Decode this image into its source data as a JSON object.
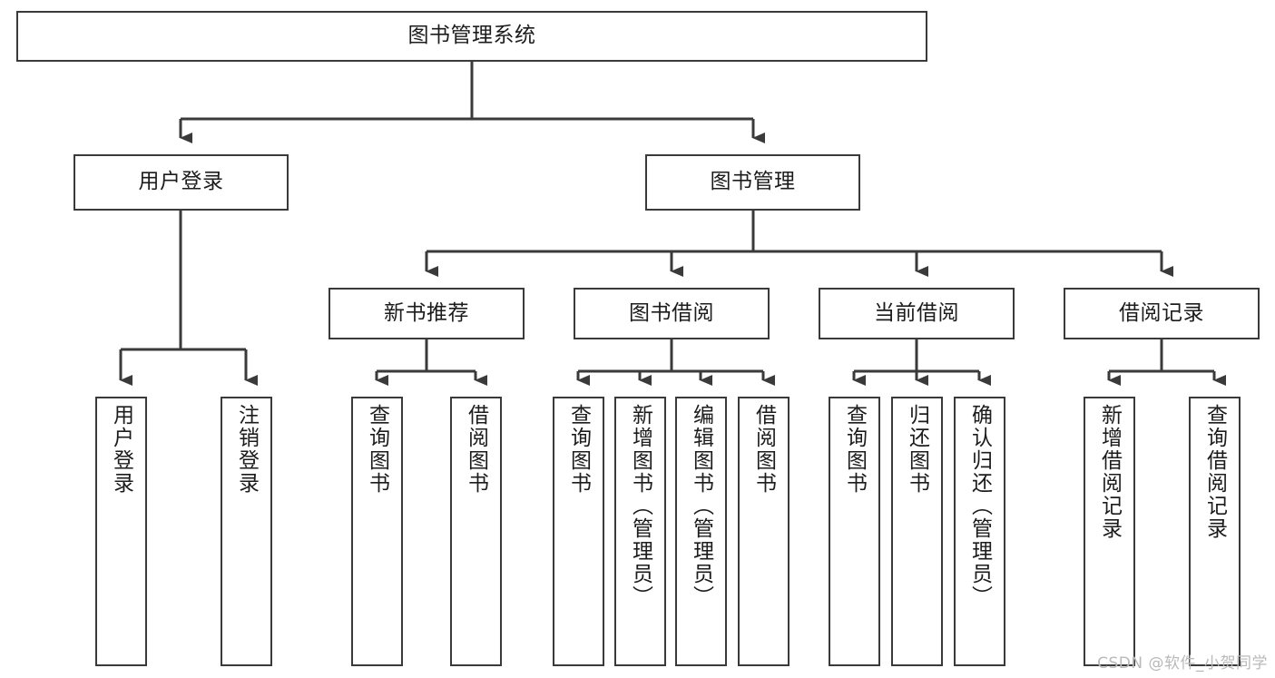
{
  "diagram": {
    "title": "图书管理系统",
    "type": "tree-hierarchy",
    "line_color": "#3a3a3a",
    "box_fill": "#ffffff",
    "text_color": "#1c1c1c",
    "root": {
      "label": "图书管理系统"
    },
    "level2": [
      {
        "label": "用户登录"
      },
      {
        "label": "图书管理"
      }
    ],
    "level3": [
      {
        "label": "新书推荐"
      },
      {
        "label": "图书借阅"
      },
      {
        "label": "当前借阅"
      },
      {
        "label": "借阅记录"
      }
    ],
    "leaves": {
      "user_login": [
        {
          "label": "用户登录"
        },
        {
          "label": "注销登录"
        }
      ],
      "new_book_recommend": [
        {
          "label": "查询图书"
        },
        {
          "label": "借阅图书"
        }
      ],
      "book_borrow": [
        {
          "label": "查询图书"
        },
        {
          "label": "新增图书（管理员）"
        },
        {
          "label": "编辑图书（管理员）"
        },
        {
          "label": "借阅图书"
        }
      ],
      "current_borrow": [
        {
          "label": "查询图书"
        },
        {
          "label": "归还图书"
        },
        {
          "label": "确认归还（管理员）"
        }
      ],
      "borrow_record": [
        {
          "label": "新增借阅记录"
        },
        {
          "label": "查询借阅记录"
        }
      ]
    }
  },
  "watermark": {
    "text": "CSDN @软件_小贺同学",
    "color": "#b9b9b9"
  }
}
